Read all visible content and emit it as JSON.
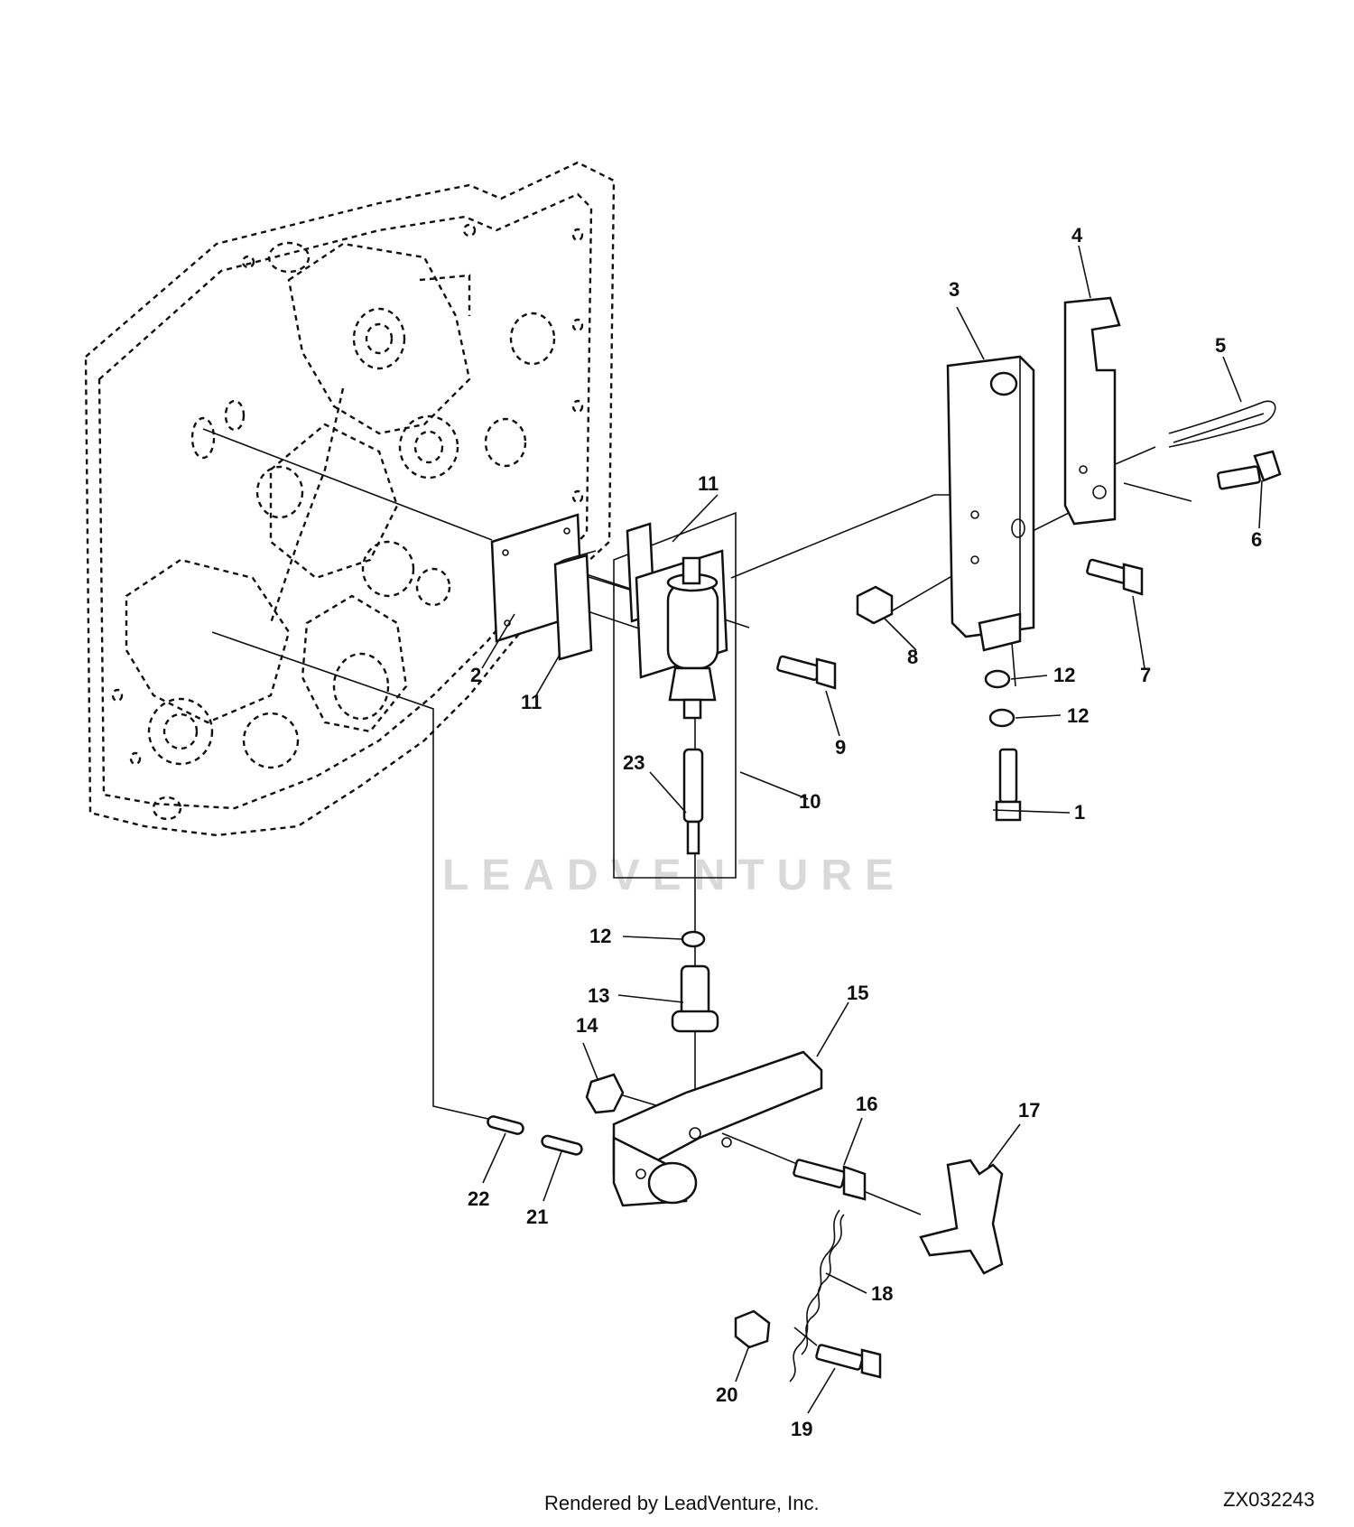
{
  "diagram": {
    "watermark": "LEADVENTURE",
    "labels": {
      "p1": "1",
      "p2": "2",
      "p3": "3",
      "p4": "4",
      "p5": "5",
      "p6": "6",
      "p7": "7",
      "p8": "8",
      "p9": "9",
      "p10": "10",
      "p11a": "11",
      "p11b": "11",
      "p12a": "12",
      "p12b": "12",
      "p12c": "12",
      "p13": "13",
      "p14": "14",
      "p15": "15",
      "p16": "16",
      "p17": "17",
      "p18": "18",
      "p19": "19",
      "p20": "20",
      "p21": "21",
      "p22": "22",
      "p23": "23"
    }
  },
  "footer": {
    "credit": "Rendered by LeadVenture, Inc.",
    "figure_id": "ZX032243"
  }
}
